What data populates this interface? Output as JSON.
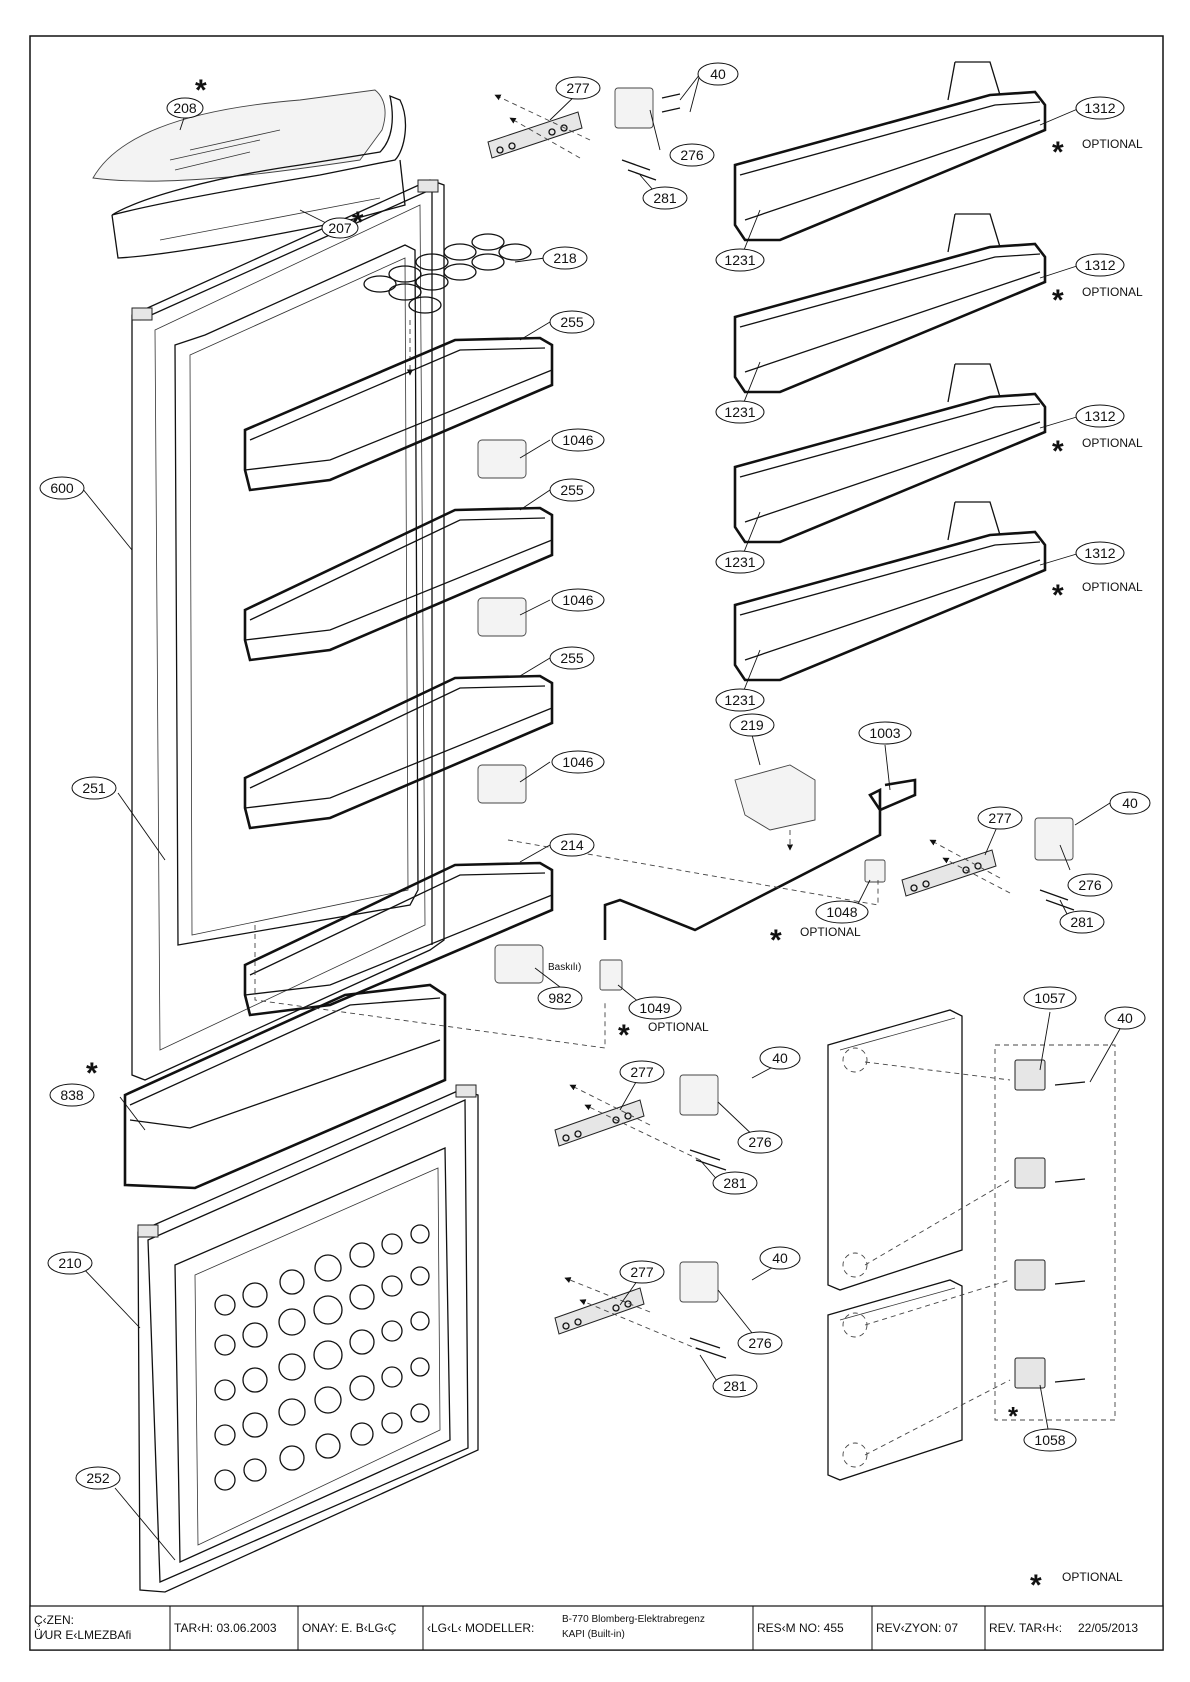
{
  "callouts": {
    "p208": "208",
    "p207": "207",
    "p277a": "277",
    "p40a": "40",
    "p276a": "276",
    "p281a": "281",
    "p1312a": "1312",
    "p1231a": "1231",
    "p1312b": "1312",
    "p1231b": "1231",
    "p1312c": "1312",
    "p1231c": "1231",
    "p1312d": "1312",
    "p1231d": "1231",
    "p218": "218",
    "p255a": "255",
    "p1046a": "1046",
    "p600": "600",
    "p255b": "255",
    "p1046b": "1046",
    "p255c": "255",
    "p251": "251",
    "p1046c": "1046",
    "p214": "214",
    "p219": "219",
    "p1003": "1003",
    "p40b": "40",
    "p277b": "277",
    "p276b": "276",
    "p281b": "281",
    "p1048": "1048",
    "p982": "982",
    "p1049": "1049",
    "p838": "838",
    "p277c": "277",
    "p40c": "40",
    "p276c": "276",
    "p281c": "281",
    "p1057": "1057",
    "p40d": "40",
    "p210": "210",
    "p277d": "277",
    "p40e": "40",
    "p276d": "276",
    "p281d": "281",
    "p252": "252",
    "p1058": "1058"
  },
  "notes": {
    "optional": "OPTIONAL",
    "baskili": "Baskılı)"
  },
  "title_block": {
    "cizen_label": "Ç‹ZEN:",
    "cizen_value": "Ü⁄UR E‹LMEZBAfi",
    "tarih": "TAR‹H: 03.06.2003",
    "onay": "ONAY:  E. B‹LG‹Ç",
    "ilgili_label": "‹LG‹L‹ MODELLER:",
    "model_line1": "B-770 Blomberg-Elektrabregenz",
    "model_line2": "KAPI (Built-in)",
    "resim_no": "RES‹M NO: 455",
    "revizyon": "REV‹ZYON: 07",
    "rev_tarih_label": "REV. TAR‹H‹:",
    "rev_tarih_value": "22/05/2013"
  }
}
